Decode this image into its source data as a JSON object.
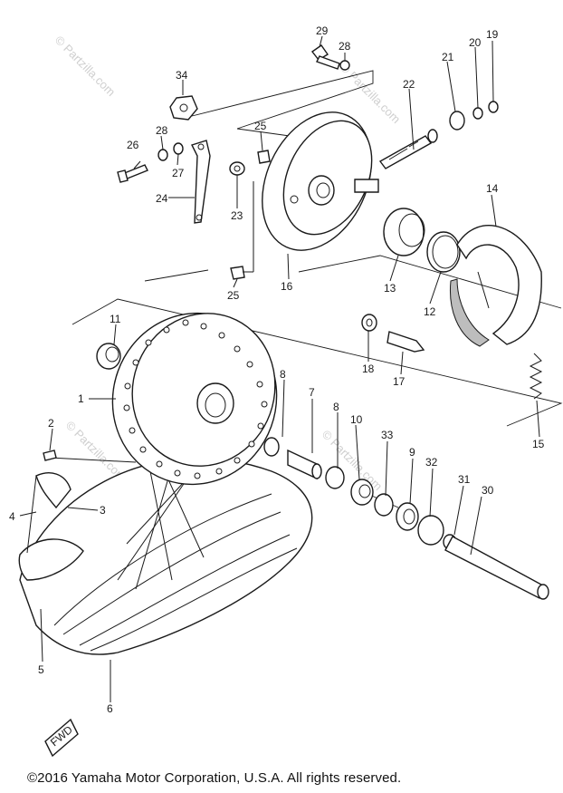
{
  "watermark": "© Partzilla.com",
  "copyright": "©2016  Yamaha Motor Corporation, U.S.A. All rights reserved.",
  "fwd_mark": "FWD",
  "callouts": [
    "1",
    "2",
    "3",
    "4",
    "5",
    "6",
    "7",
    "8",
    "8",
    "9",
    "10",
    "11",
    "12",
    "13",
    "14",
    "15",
    "16",
    "17",
    "18",
    "19",
    "20",
    "21",
    "22",
    "23",
    "24",
    "25",
    "25",
    "26",
    "27",
    "28",
    "28",
    "29",
    "30",
    "31",
    "32",
    "33",
    "34"
  ]
}
